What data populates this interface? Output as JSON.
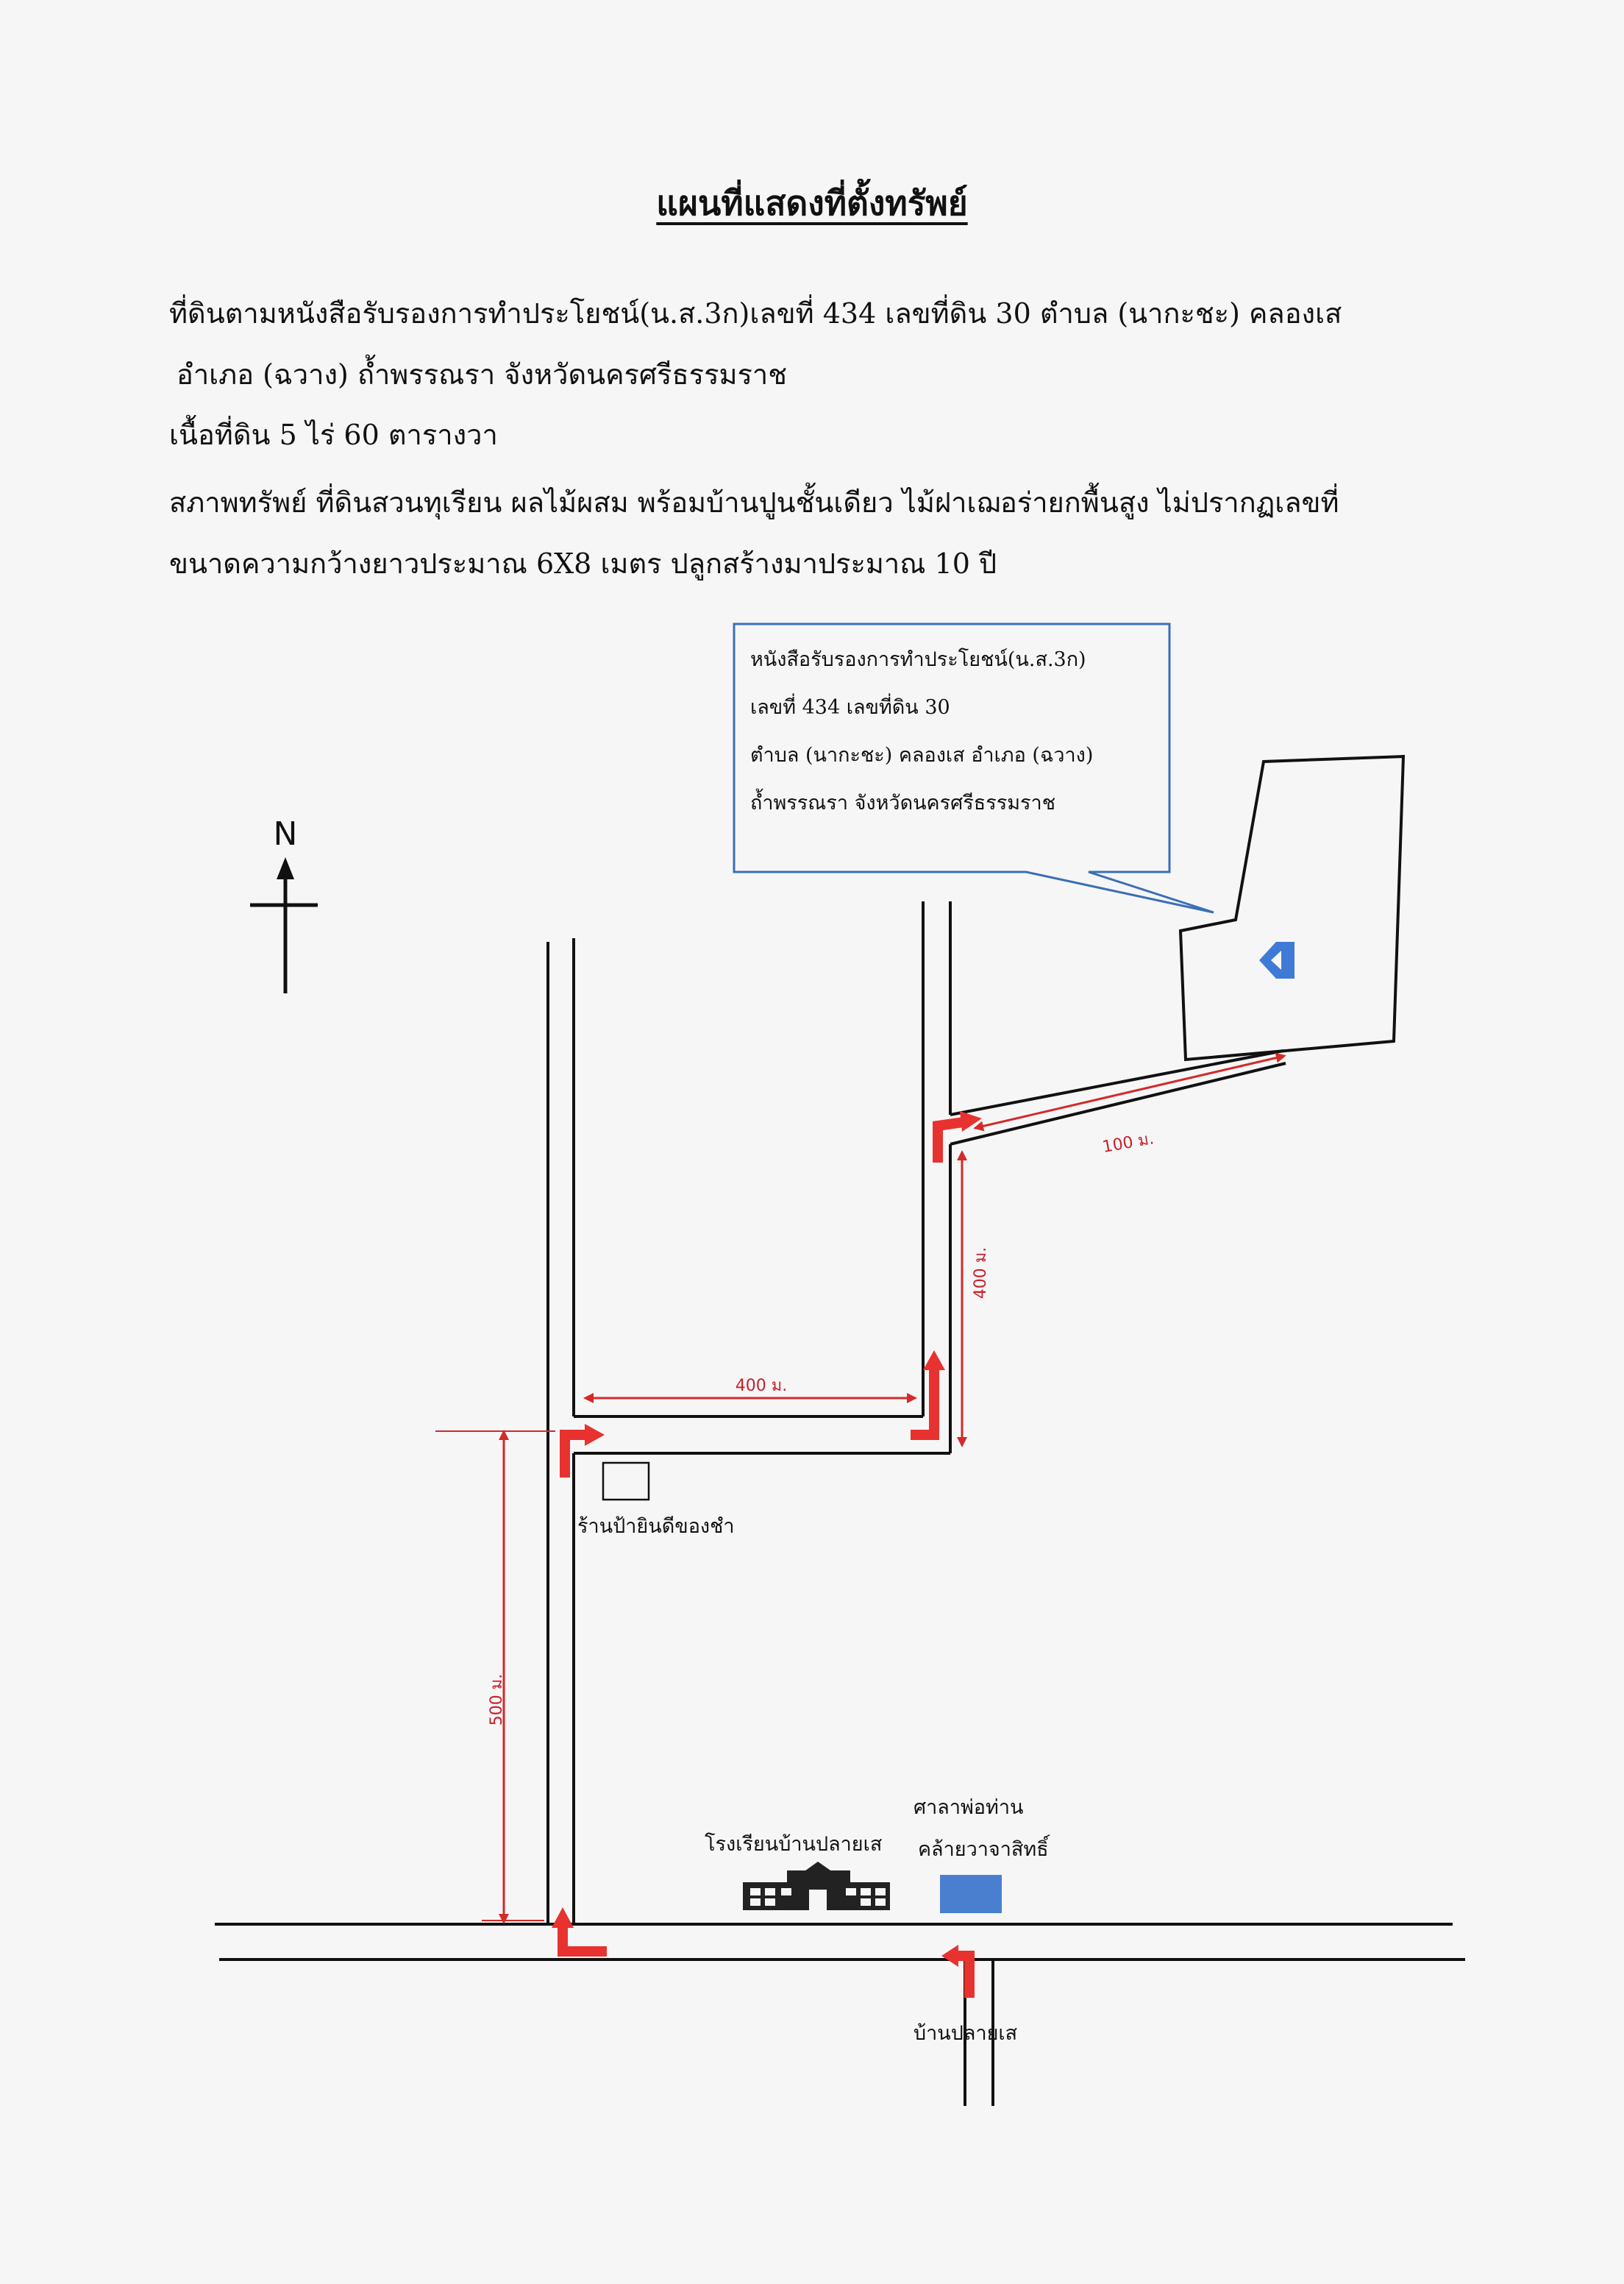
{
  "title": "แผนที่แสดงที่ตั้งทรัพย์",
  "description": {
    "line1": "ที่ดินตามหนังสือรับรองการทำประโยชน์(น.ส.3ก)เลขที่ 434  เลขที่ดิน 30  ตำบล (นากะชะ) คลองเส",
    "line2": "อำเภอ (ฉวาง) ถ้ำพรรณรา จังหวัดนครศรีธรรมราช",
    "line3": "เนื้อที่ดิน  5 ไร่ 60 ตารางวา",
    "line4": "สภาพทรัพย์ ที่ดินสวนทุเรียน ผลไม้ผสม พร้อมบ้านปูนชั้นเดียว ไม้ฝาเฌอร่ายกพื้นสูง ไม่ปรากฏเลขที่",
    "line5": "ขนาดความกว้างยาวประมาณ 6X8 เมตร ปลูกสร้างมาประมาณ 10 ปี"
  },
  "callout": {
    "line1": "หนังสือรับรองการทำประโยชน์(น.ส.3ก)",
    "line2": "เลขที่ 434  เลขที่ดิน 30",
    "line3": "ตำบล (นากะชะ) คลองเส อำเภอ (ฉวาง)",
    "line4": "ถ้ำพรรณรา จังหวัดนครศรีธรรมราช"
  },
  "north_label": "N",
  "distances": {
    "d500": "500 ม.",
    "d400_h": "400 ม.",
    "d400_v": "400 ม.",
    "d100": "100 ม."
  },
  "landmarks": {
    "shop": "ร้านป้ายินดีของชำ",
    "school": "โรงเรียนบ้านปลายเส",
    "sala_line1": "ศาลาพ่อท่าน",
    "sala_line2": "คล้ายวาจาสิทธิ์",
    "village": "บ้านปลายเส"
  },
  "icons": {
    "north": "north-arrow-icon",
    "house": "house-icon",
    "school": "school-building-icon",
    "sala": "sala-square-icon",
    "shop": "shop-square-icon"
  },
  "colors": {
    "route_red": "#e8322f",
    "distance_red": "#c8202a",
    "sala_blue": "#4a7fd0",
    "callout_border": "#3b6fb5",
    "house_blue": "#3f7ad6"
  }
}
